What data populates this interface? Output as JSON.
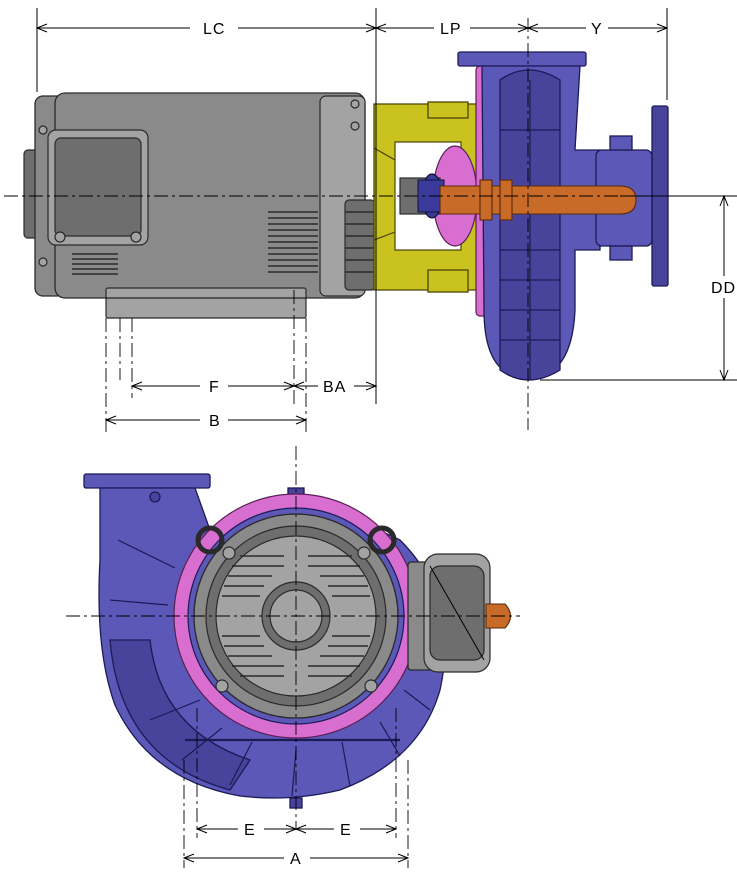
{
  "dimensions": {
    "lc": "LC",
    "lp": "LP",
    "y": "Y",
    "dd": "DD",
    "f": "F",
    "ba": "BA",
    "b": "B",
    "e_left": "E",
    "e_right": "E",
    "a": "A"
  },
  "colors": {
    "pump_volute": "#5c58b8",
    "motor": "#8a8a8a",
    "bracket": "#c9c21f",
    "seal_plate": "#d86fd0",
    "shaft_guard": "#c86a28"
  }
}
